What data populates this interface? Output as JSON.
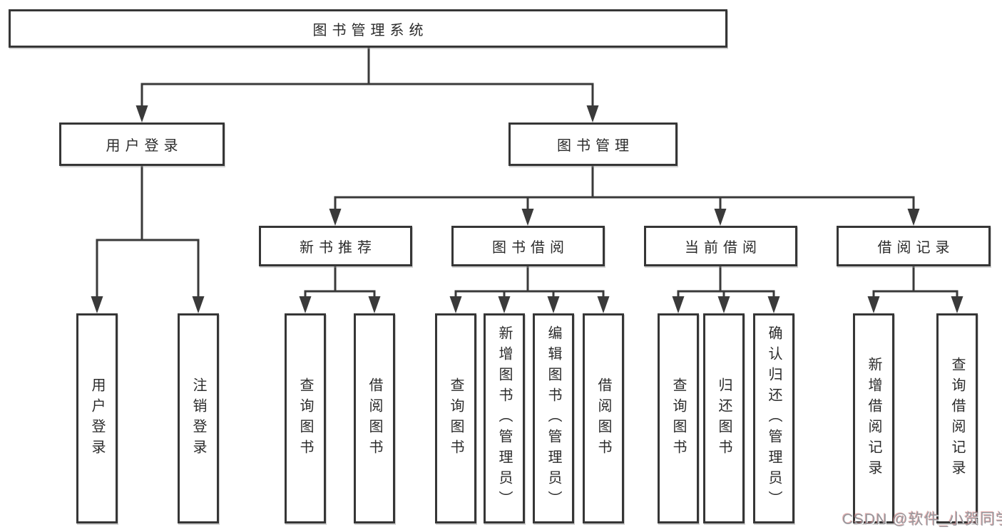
{
  "diagram_title": "图书管理系统",
  "tree": {
    "label": "图书管理系统",
    "children": [
      {
        "label": "用户登录",
        "children": [
          {
            "label": "用户登录"
          },
          {
            "label": "注销登录"
          }
        ]
      },
      {
        "label": "图书管理",
        "children": [
          {
            "label": "新书推荐",
            "children": [
              {
                "label": "查询图书"
              },
              {
                "label": "借阅图书"
              }
            ]
          },
          {
            "label": "图书借阅",
            "children": [
              {
                "label": "查询图书"
              },
              {
                "label": "新增图书（管理员）"
              },
              {
                "label": "编辑图书（管理员）"
              },
              {
                "label": "借阅图书"
              }
            ]
          },
          {
            "label": "当前借阅",
            "children": [
              {
                "label": "查询图书"
              },
              {
                "label": "归还图书"
              },
              {
                "label": "确认归还（管理员）"
              }
            ]
          },
          {
            "label": "借阅记录",
            "children": [
              {
                "label": "新增借阅记录"
              },
              {
                "label": "查询借阅记录"
              }
            ]
          }
        ]
      }
    ]
  },
  "watermark": {
    "text": "CSDN @软件_小贺同学"
  },
  "colors": {
    "background": "#ffffff",
    "line": "#3a3a3a",
    "box_border": "#363636",
    "text": "#2b2b2b",
    "watermark_text": "#98989d"
  }
}
